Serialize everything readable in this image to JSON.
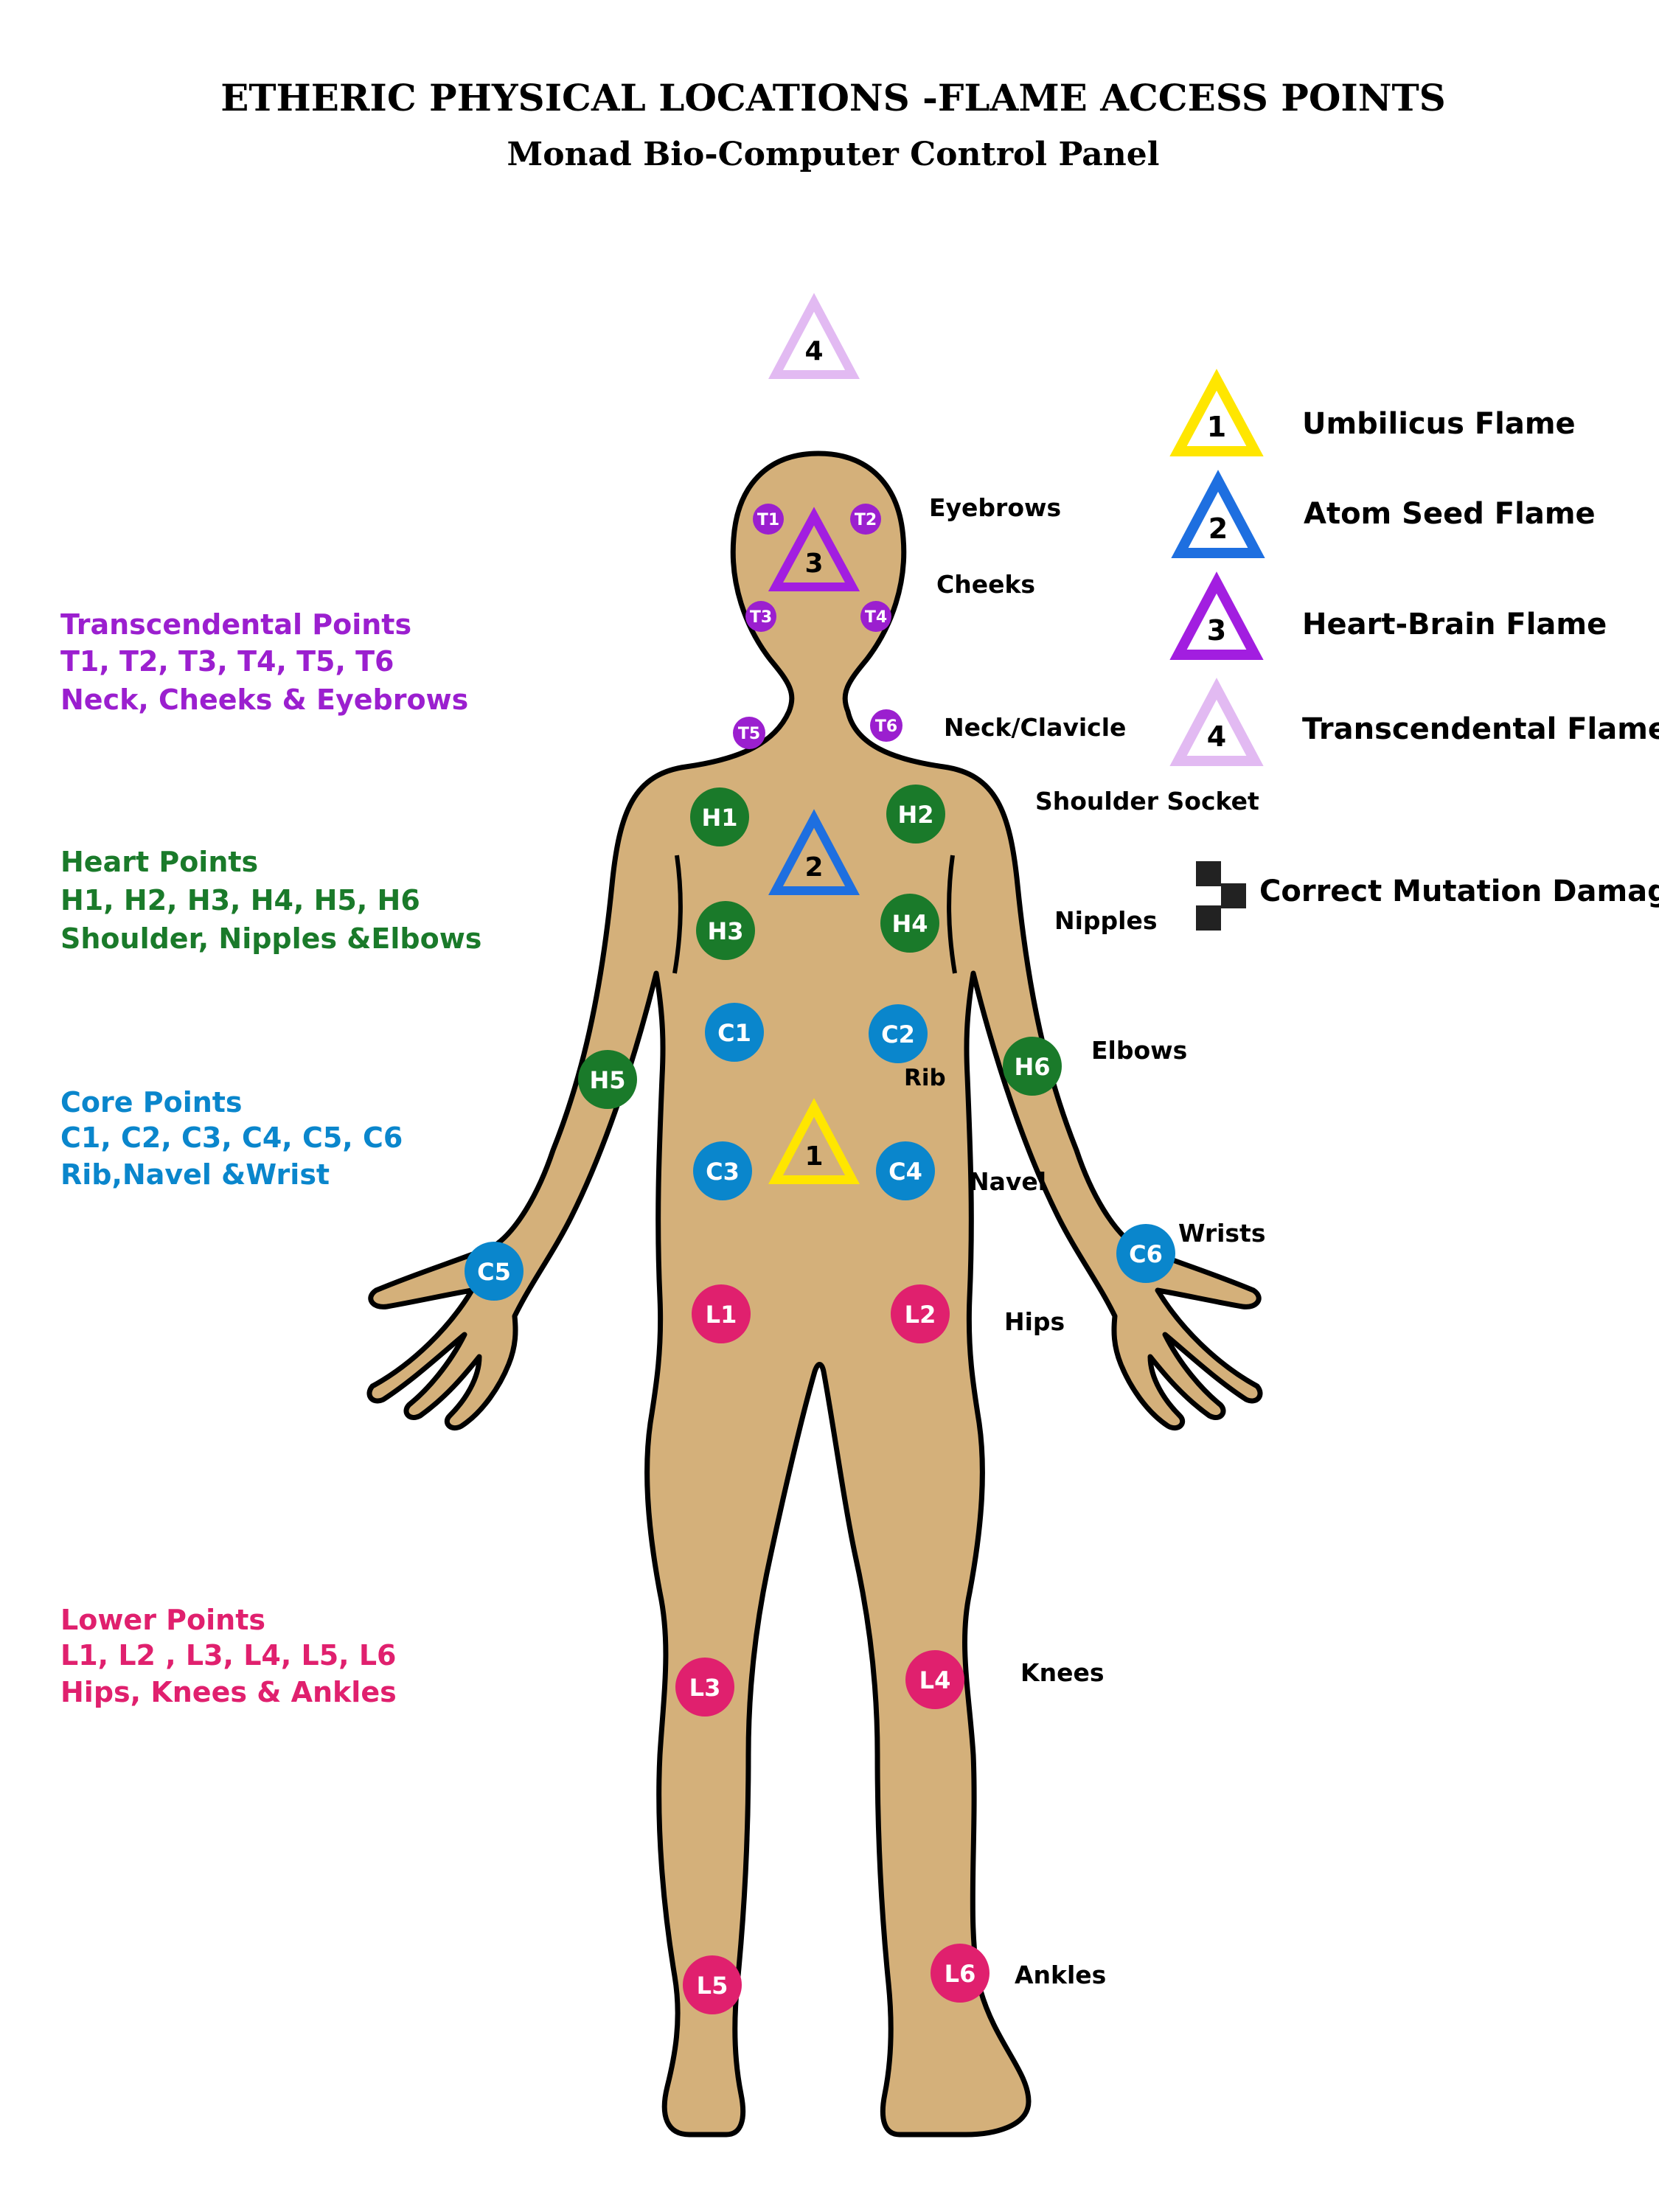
{
  "header": {
    "title": "ETHERIC PHYSICAL LOCATIONS -FLAME ACCESS POINTS",
    "subtitle": "Monad Bio-Computer Control Panel"
  },
  "colors": {
    "body_fill": "#d4b07a",
    "outline": "#000000",
    "transcendental": "#9b1fcf",
    "heart": "#1a7a2a",
    "core": "#0a86cc",
    "lower": "#e0206e",
    "umbilicus": "#ffe600",
    "atom_seed": "#1e6fe0",
    "heart_brain": "#a21ee0",
    "transcendental_flame": "#e2baf2",
    "black_square": "#222222"
  },
  "groups": [
    {
      "key": "transcendental",
      "heading": "Transcendental Points",
      "points_line": "T1, T2, T3, T4, T5, T6",
      "locations_line": "Neck, Cheeks & Eyebrows"
    },
    {
      "key": "heart",
      "heading": "Heart Points",
      "points_line": "H1, H2, H3, H4, H5, H6",
      "locations_line": "Shoulder, Nipples &Elbows"
    },
    {
      "key": "core",
      "heading": "Core Points",
      "points_line": "C1, C2, C3, C4, C5, C6",
      "locations_line": "Rib,Navel &Wrist"
    },
    {
      "key": "lower",
      "heading": "Lower Points",
      "points_line": "L1, L2 , L3, L4, L5, L6",
      "locations_line": "Hips, Knees & Ankles"
    }
  ],
  "legend": [
    {
      "number": "1",
      "label": "Umbilicus Flame",
      "color_key": "umbilicus"
    },
    {
      "number": "2",
      "label": "Atom Seed Flame",
      "color_key": "atom_seed"
    },
    {
      "number": "3",
      "label": "Heart-Brain Flame",
      "color_key": "heart_brain"
    },
    {
      "number": "4",
      "label": "Transcendental Flame",
      "color_key": "transcendental_flame"
    }
  ],
  "mutation_label": "Correct Mutation Damage",
  "body_labels": {
    "eyebrows": "Eyebrows",
    "cheeks": "Cheeks",
    "neck": "Neck/Clavicle",
    "shoulder": "Shoulder Socket",
    "nipples": "Nipples",
    "elbows": "Elbows",
    "rib": "Rib",
    "navel": "Navel",
    "wrists": "Wrists",
    "hips": "Hips",
    "knees": "Knees",
    "ankles": "Ankles"
  },
  "points": [
    {
      "id": "T1",
      "group": "transcendental"
    },
    {
      "id": "T2",
      "group": "transcendental"
    },
    {
      "id": "T3",
      "group": "transcendental"
    },
    {
      "id": "T4",
      "group": "transcendental"
    },
    {
      "id": "T5",
      "group": "transcendental"
    },
    {
      "id": "T6",
      "group": "transcendental"
    },
    {
      "id": "H1",
      "group": "heart"
    },
    {
      "id": "H2",
      "group": "heart"
    },
    {
      "id": "H3",
      "group": "heart"
    },
    {
      "id": "H4",
      "group": "heart"
    },
    {
      "id": "H5",
      "group": "heart"
    },
    {
      "id": "H6",
      "group": "heart"
    },
    {
      "id": "C1",
      "group": "core"
    },
    {
      "id": "C2",
      "group": "core"
    },
    {
      "id": "C3",
      "group": "core"
    },
    {
      "id": "C4",
      "group": "core"
    },
    {
      "id": "C5",
      "group": "core"
    },
    {
      "id": "C6",
      "group": "core"
    },
    {
      "id": "L1",
      "group": "lower"
    },
    {
      "id": "L2",
      "group": "lower"
    },
    {
      "id": "L3",
      "group": "lower"
    },
    {
      "id": "L4",
      "group": "lower"
    },
    {
      "id": "L5",
      "group": "lower"
    },
    {
      "id": "L6",
      "group": "lower"
    }
  ],
  "flames_on_body": [
    {
      "number": "4",
      "color_key": "transcendental_flame"
    },
    {
      "number": "3",
      "color_key": "heart_brain"
    },
    {
      "number": "2",
      "color_key": "atom_seed"
    },
    {
      "number": "1",
      "color_key": "umbilicus"
    }
  ]
}
